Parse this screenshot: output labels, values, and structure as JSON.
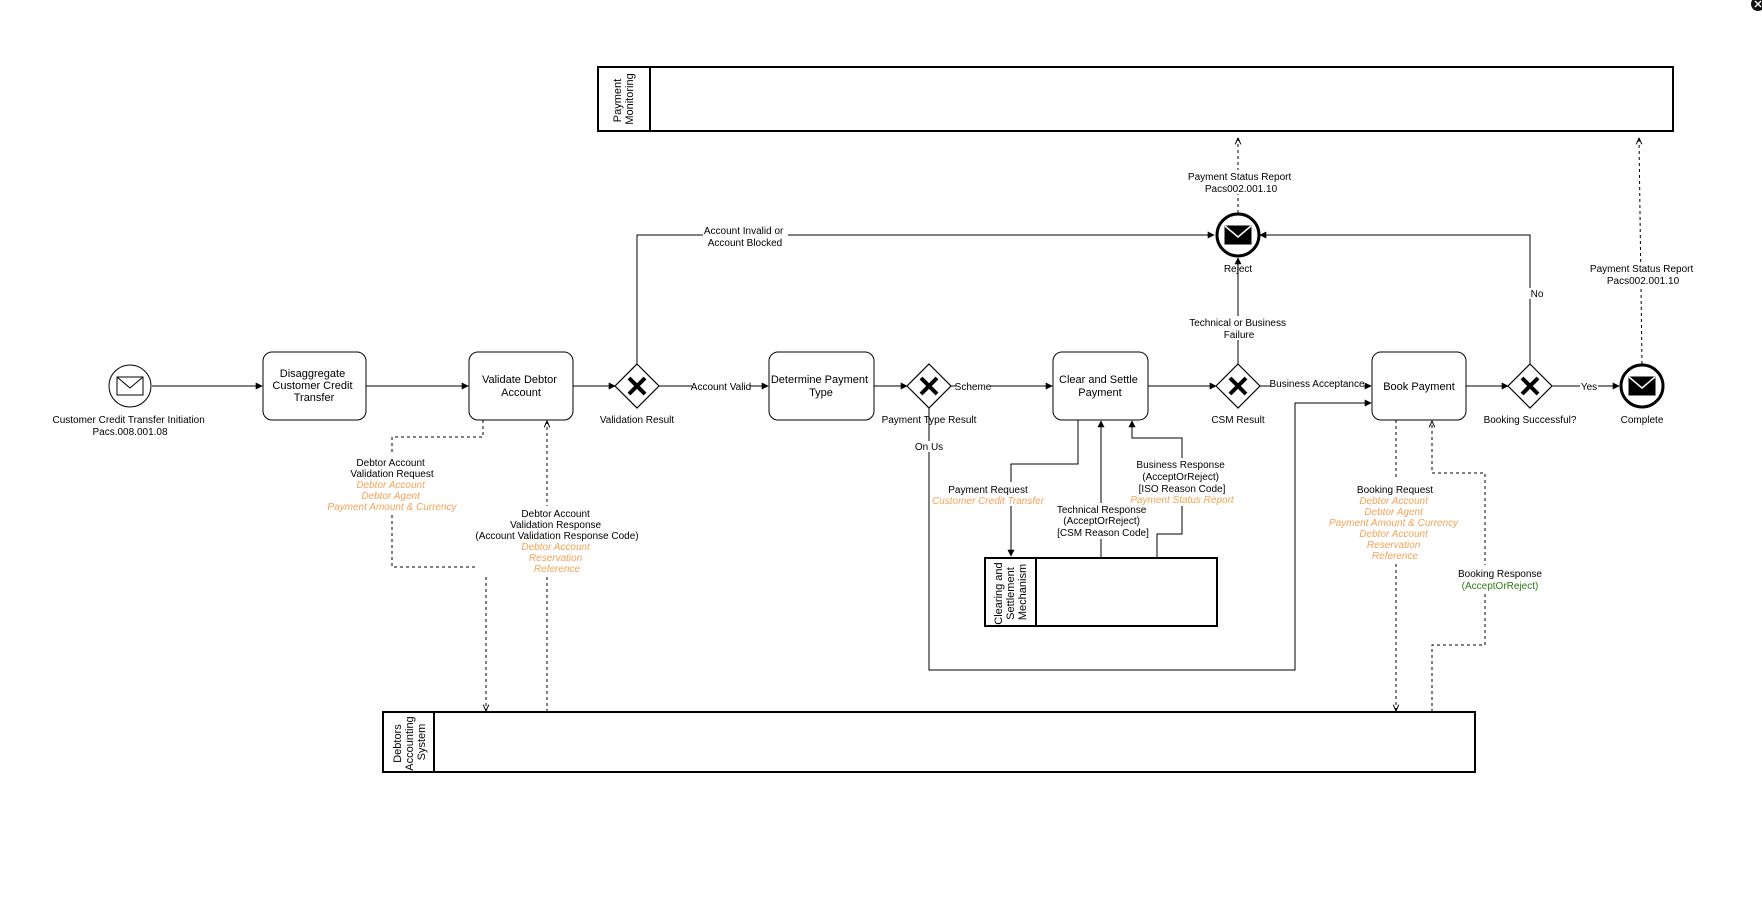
{
  "diagram": {
    "colors": {
      "stroke": "#000000",
      "highlight_orange": "#f3a357",
      "response_green": "#2e7d17",
      "background": "#ffffff"
    },
    "pools": {
      "payment_monitoring": [
        "Payment",
        "Monitoring"
      ],
      "clearing_settlement": [
        "Clearing and",
        "Settlement",
        "Mechanism"
      ],
      "debtors_accounting": [
        "Debtors",
        "Accounting",
        "System"
      ]
    },
    "events": {
      "start": {
        "icon": "envelope-icon",
        "label": [
          "Customer Credit Transfer Initiation",
          "Pacs.008.001.08"
        ]
      },
      "reject": {
        "icon": "envelope-icon",
        "label": "Reject"
      },
      "complete": {
        "icon": "envelope-icon",
        "label": "Complete"
      }
    },
    "tasks": {
      "disaggregate": [
        "Disaggregate",
        "Customer Credit",
        "Transfer"
      ],
      "validate": [
        "Validate Debtor",
        "Account"
      ],
      "determine": [
        "Determine Payment",
        "Type"
      ],
      "clear_settle": [
        "Clear and Settle",
        "Payment"
      ],
      "book": [
        "Book Payment"
      ]
    },
    "gateways": {
      "validation": "Validation Result",
      "payment_type": "Payment Type Result",
      "csm": "CSM Result",
      "booking": "Booking Successful?"
    },
    "flow_labels": {
      "account_invalid": [
        "Account Invalid or",
        "Account Blocked"
      ],
      "account_valid": "Account Valid",
      "scheme": "Scheme",
      "on_us": "On Us",
      "technical_failure": [
        "Technical or Business",
        "Failure"
      ],
      "business_acceptance": "Business Acceptance",
      "no": "No",
      "yes": "Yes"
    },
    "messages": {
      "status_report_reject": [
        "Payment Status Report",
        "Pacs002.001.10"
      ],
      "status_report_complete": [
        "Payment Status Report",
        "Pacs002.001.10"
      ],
      "validation_request": {
        "title": [
          "Debtor Account",
          "Validation Request"
        ],
        "fields": [
          "Debtor Account",
          "Debtor Agent",
          "Payment Amount & Currency"
        ]
      },
      "validation_response": {
        "title": [
          "Debtor Account",
          "Validation Response",
          "(Account Validation Response Code)"
        ],
        "fields": [
          "Debtor Account",
          "Reservation",
          "Reference"
        ]
      },
      "payment_request": {
        "title": [
          "Payment Request"
        ],
        "fields": [
          "Customer Credit Transfer"
        ]
      },
      "technical_response": {
        "title": [
          "Technical Response",
          "(AcceptOrReject)",
          "[CSM Reason Code]"
        ],
        "fields": []
      },
      "business_response": {
        "title": [
          "Business Response",
          "(AcceptOrReject)",
          "[ISO Reason Code]"
        ],
        "fields": [
          "Payment Status Report"
        ]
      },
      "booking_request": {
        "title": [
          "Booking Request"
        ],
        "fields": [
          "Debtor Account",
          "Debtor Agent",
          "Payment Amount & Currency",
          "Debtor Account",
          "Reservation",
          "Reference"
        ]
      },
      "booking_response": {
        "title": [
          "Booking Response"
        ],
        "fields_green": [
          "(AcceptOrReject)"
        ]
      }
    }
  }
}
